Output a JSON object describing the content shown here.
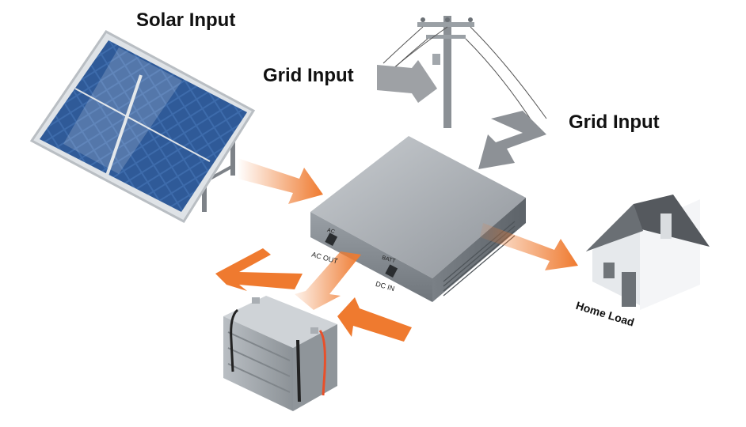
{
  "labels": {
    "solar_input": "Solar Input",
    "grid_input_left": "Grid Input",
    "grid_input_right": "Grid Input",
    "home_load": "Home Load"
  },
  "ports": {
    "ac_out": "AC OUT",
    "dc_in": "DC IN",
    "ac": "AC",
    "batt": "BATT"
  },
  "colors": {
    "flow_arrow": "#ef7a2f",
    "grid_arrow": "#8d9196",
    "panel_cell": "#2f5e9e",
    "inverter_body": "#a6abb0",
    "house_roof": "#55595e"
  },
  "icons": [
    "solar-panel-icon",
    "utility-pole-icon",
    "inverter-box-icon",
    "house-icon",
    "battery-icon"
  ]
}
